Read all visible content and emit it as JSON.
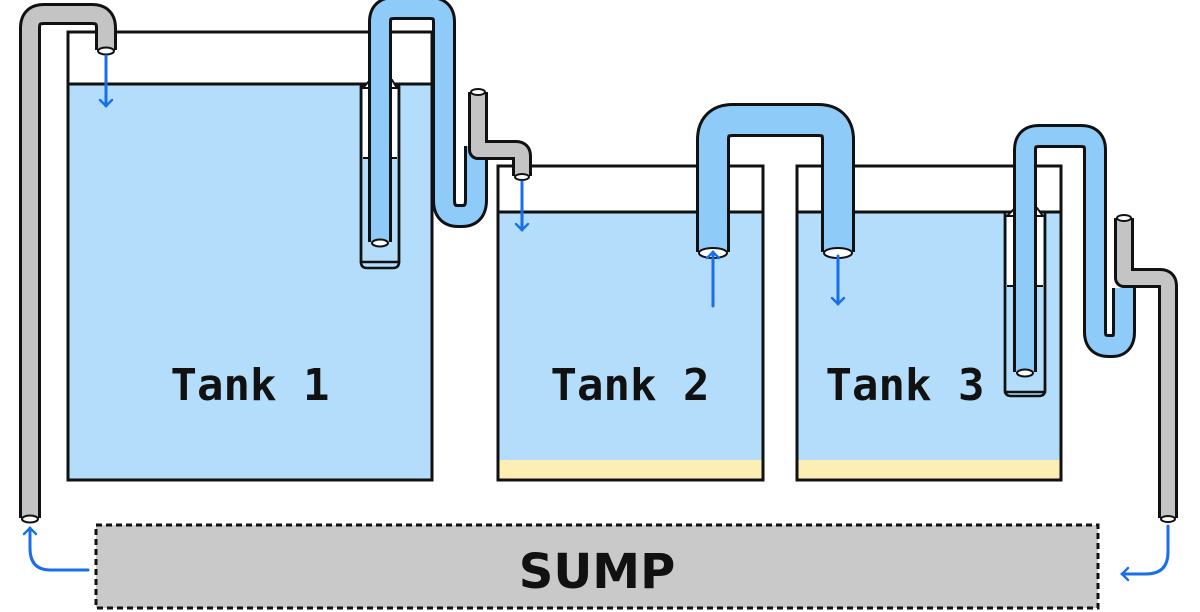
{
  "tanks": [
    {
      "label": "Tank 1"
    },
    {
      "label": "Tank 2"
    },
    {
      "label": "Tank 3"
    }
  ],
  "sump": {
    "label": "SUMP"
  },
  "colors": {
    "water": "#b3ddfb",
    "pipe_water": "#8ecbf9",
    "pipe_return": "#c4c4c4",
    "sand": "#fdeeb3",
    "arrow": "#1a6fe6",
    "outline": "#111111"
  },
  "icons": {
    "flow_arrow": "arrow-icon"
  }
}
